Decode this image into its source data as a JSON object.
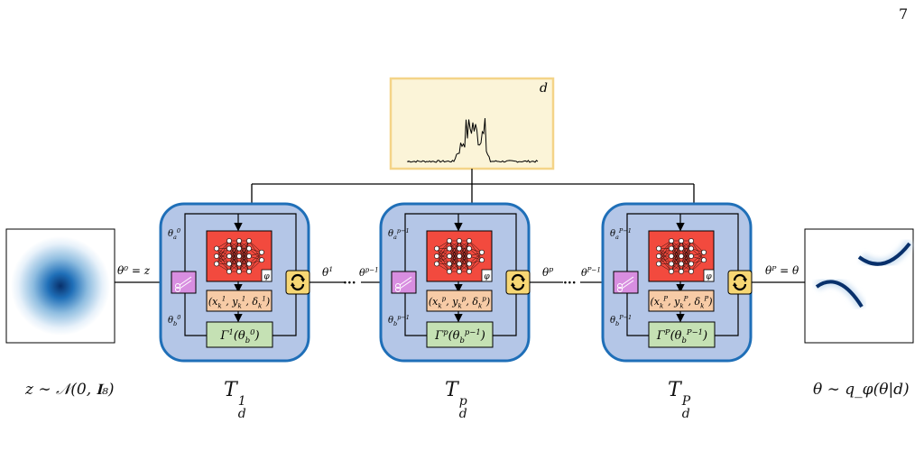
{
  "page_number": "7",
  "data_box": {
    "label": "d"
  },
  "input": {
    "theta_label": "θ⁰ = z",
    "caption": "z ∼ 𝒩(0, 𝐈₈)"
  },
  "output": {
    "theta_label": "θᴾ = θ",
    "caption": "θ ∼ q_φ(θ|d)"
  },
  "blocks": [
    {
      "caption": "T_d^1",
      "theta_a": "θ_a^0",
      "theta_b": "θ_b^0",
      "phi": "φ",
      "coupling": "(x_k^1, y_k^1, δ_k^1)",
      "gamma": "Γ^1(θ_b^0)",
      "out_label": "θ^1",
      "in_label": ""
    },
    {
      "caption": "T_d^p",
      "theta_a": "θ_a^{p−1}",
      "theta_b": "θ_b^{p−1}",
      "phi": "φ",
      "coupling": "(x_k^p, y_k^p, δ_k^p)",
      "gamma": "Γ^p(θ_b^{p−1})",
      "out_label": "θ^p",
      "in_label": "θ^{p−1}"
    },
    {
      "caption": "T_d^P",
      "theta_a": "θ_a^{P−1}",
      "theta_b": "θ_b^{P−1}",
      "phi": "φ",
      "coupling": "(x_k^P, y_k^P, δ_k^P)",
      "gamma": "Γ^P(θ_b^{P−1})",
      "out_label": "",
      "in_label": "θ^{P−1}"
    }
  ],
  "ellipsis": "···",
  "colors": {
    "block_fill": "#b4c6e7",
    "block_stroke": "#1f6fb8",
    "net_fill": "#f24a3e",
    "coupling_fill": "#f7cba6",
    "gamma_fill": "#c5e1b4",
    "split_fill": "#d88ee0",
    "perm_fill": "#f7d774",
    "data_fill": "#fbf4d8",
    "data_stroke": "#f4d488",
    "gauss_blue": "#08306b"
  },
  "icons": [
    "scissors-icon",
    "permutation-arrows-icon",
    "neural-network-icon"
  ]
}
